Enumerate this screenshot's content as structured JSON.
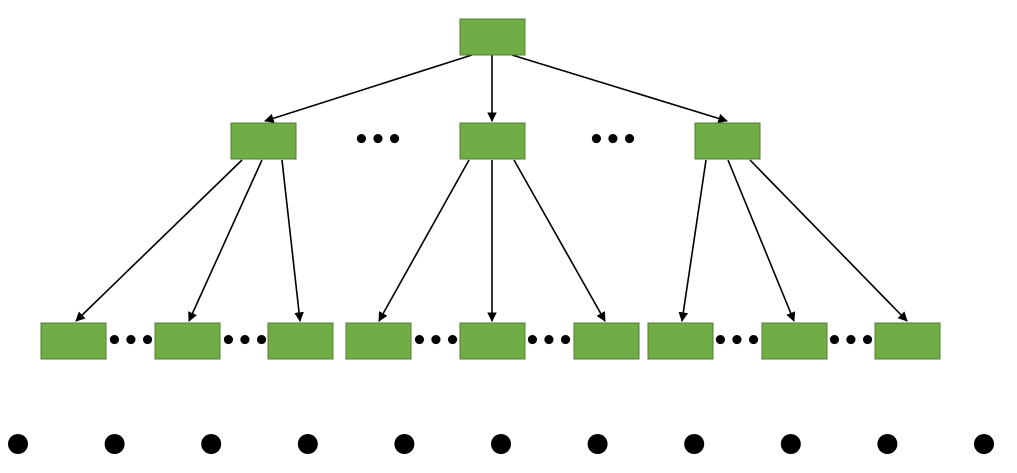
{
  "colors": {
    "node_fill": "#70ad47",
    "node_stroke": "#507e32",
    "edge": "#000000",
    "dot": "#000000"
  },
  "ellipsis_text": "•••",
  "tree": {
    "levels": 3,
    "root_children": 3,
    "grandchildren_per_child": 3
  },
  "bottom_dots_count": 11
}
